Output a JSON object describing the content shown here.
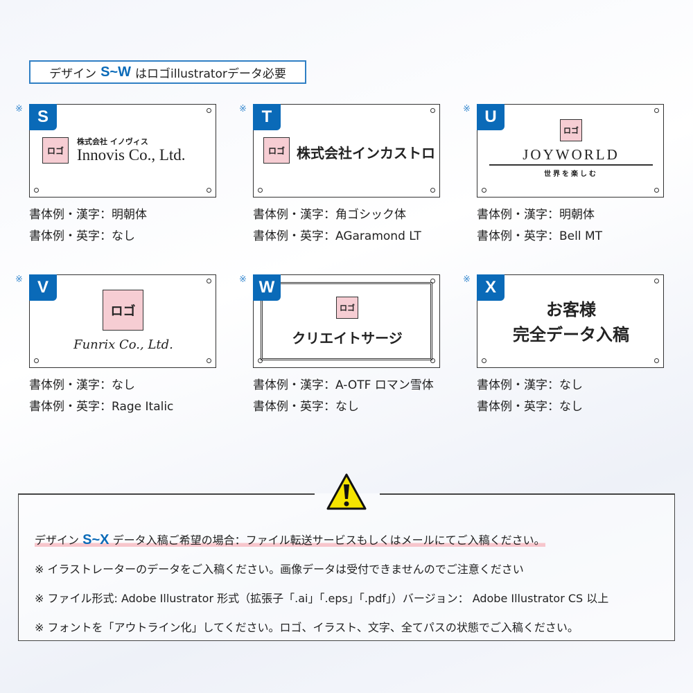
{
  "header": {
    "prefix": "デザイン",
    "range": "S~W",
    "suffix": "はロゴillustratorデータ必要"
  },
  "note_mark": "※",
  "cards": [
    {
      "letter": "S",
      "logo": "ロゴ",
      "title_small": "株式会社 イノヴィス",
      "title": "Innovis Co., Ltd.",
      "kanji": "書体例・漢字：明朝体",
      "english": "書体例・英字：なし"
    },
    {
      "letter": "T",
      "logo": "ロゴ",
      "title": "株式会社インカストロ",
      "kanji": "書体例・漢字：角ゴシック体",
      "english": "書体例・英字：AGaramond LT"
    },
    {
      "letter": "U",
      "logo": "ロゴ",
      "title": "JOYWORLD",
      "subtitle": "世界を楽しむ",
      "kanji": "書体例・漢字：明朝体",
      "english": "書体例・英字：Bell MT"
    },
    {
      "letter": "V",
      "logo": "ロゴ",
      "title": "Funrix Co., Ltd.",
      "kanji": "書体例・漢字：なし",
      "english": "書体例・英字：Rage Italic"
    },
    {
      "letter": "W",
      "logo": "ロゴ",
      "title": "クリエイトサージ",
      "kanji": "書体例・漢字：A-OTF ロマン雪体",
      "english": "書体例・英字：なし"
    },
    {
      "letter": "X",
      "title": "お客様",
      "subtitle": "完全データ入稿",
      "kanji": "書体例・漢字：なし",
      "english": "書体例・英字：なし"
    }
  ],
  "warning": {
    "icon": "warning-icon",
    "headline_prefix": "デザイン",
    "headline_range": "S~X",
    "headline_suffix": "データ入稿ご希望の場合：ファイル転送サービスもしくはメールにてご入稿ください。",
    "notes": [
      "※ イラストレーターのデータをご入稿ください。画像データは受付できませんのでご注意ください",
      "※ ファイル形式: Adobe Illustrator 形式（拡張子「.ai」「.eps」「.pdf」）バージョン： Adobe Illustrator CS 以上",
      "※ フォントを「アウトライン化」してください。ロゴ、イラスト、文字、全てパスの状態でご入稿ください。"
    ]
  },
  "colors": {
    "accent": "#0a6ab8",
    "logo_bg": "#f6cdd3",
    "warning": "#f5e400"
  }
}
